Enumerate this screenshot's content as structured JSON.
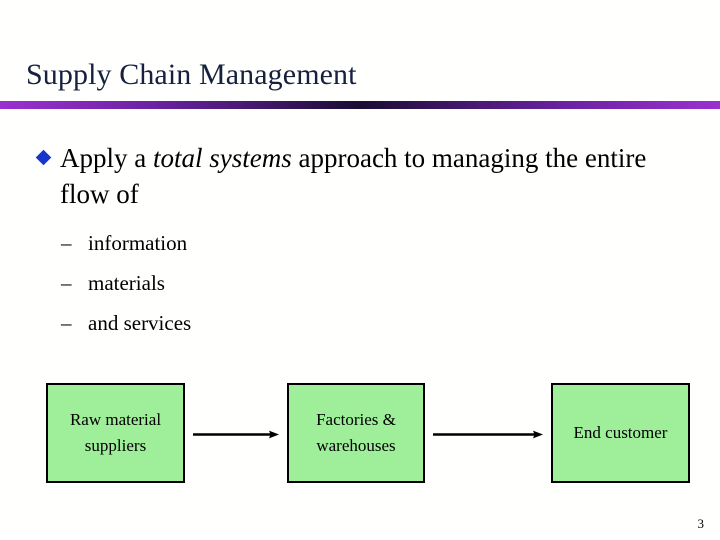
{
  "slide": {
    "title": "Supply Chain Management",
    "page_number": "3",
    "background_color": "#fffffe",
    "title_color": "#16203f",
    "divider": {
      "edge_color": "#9b2fd0",
      "center_color": "#1b0c33"
    }
  },
  "body": {
    "bullet_1": {
      "marker": "diamond-bullet",
      "marker_color": "#1535cc",
      "text_before_emphasis": "Apply a ",
      "emphasis_text": "total systems",
      "text_after_emphasis": " approach to managing the entire flow of",
      "full_text": "Apply a total systems approach to managing the entire flow of"
    },
    "sub_bullets": [
      {
        "marker": "–",
        "label": "information"
      },
      {
        "marker": "–",
        "label": "materials"
      },
      {
        "marker": "–",
        "label": "and services"
      }
    ]
  },
  "diagram": {
    "type": "flow",
    "box_fill_color": "#9fef9a",
    "box_border_color": "#000000",
    "boxes": [
      {
        "id": "raw",
        "label": "Raw material suppliers"
      },
      {
        "id": "factory",
        "label": "Factories & warehouses"
      },
      {
        "id": "customer",
        "label": "End customer"
      }
    ],
    "arrows": [
      {
        "id": "arrow-1",
        "from": "raw",
        "to": "factory",
        "direction": "right"
      },
      {
        "id": "arrow-2",
        "from": "factory",
        "to": "customer",
        "direction": "right"
      }
    ]
  }
}
